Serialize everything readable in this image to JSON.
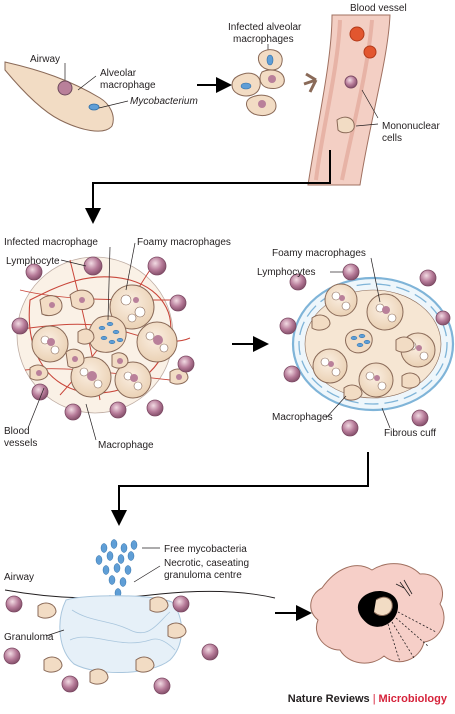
{
  "labels": {
    "airway_top": "Airway",
    "alveolar_macrophage_1": "Alveolar",
    "alveolar_macrophage_2": "macrophage",
    "mycobacterium": "Mycobacterium",
    "infected_alveolar_1": "Infected alveolar",
    "infected_alveolar_2": "macrophages",
    "blood_vessel": "Blood vessel",
    "mononuclear_1": "Mononuclear",
    "mononuclear_2": "cells",
    "infected_macrophage": "Infected macrophage",
    "foamy_macrophages_left": "Foamy macrophages",
    "lymphocyte": "Lymphocyte",
    "blood_vessels_1": "Blood",
    "blood_vessels_2": "vessels",
    "macrophage": "Macrophage",
    "foamy_macrophages_right": "Foamy macrophages",
    "lymphocytes": "Lymphocytes",
    "macrophages": "Macrophages",
    "fibrous_cuff": "Fibrous cuff",
    "free_mycobacteria": "Free mycobacteria",
    "necrotic_1": "Necrotic, caseating",
    "necrotic_2": "granuloma centre",
    "airway_bottom": "Airway",
    "granuloma": "Granuloma"
  },
  "credit": {
    "journal": "Nature Reviews",
    "separator": "|",
    "subject": "Microbiology"
  },
  "colors": {
    "cell_fill": "#f2dcc4",
    "cell_stroke": "#8a6a58",
    "nucleus": "#b9809a",
    "lymphocyte_fill": "#c08aa6",
    "vessel_fill": "#f3cfc4",
    "red_cell": "#e2562f",
    "bacterium": "#5f9ed6",
    "fibrous": "#7fb4d8",
    "arrow": "#000000"
  }
}
